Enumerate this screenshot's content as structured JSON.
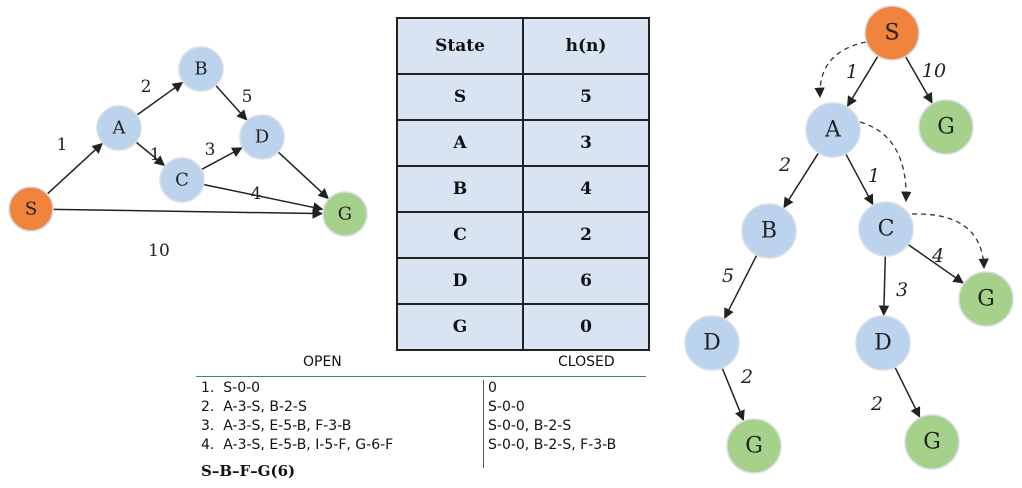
{
  "left_graph": {
    "nodes": [
      {
        "id": "S",
        "label": "S",
        "kind": "start"
      },
      {
        "id": "A",
        "label": "A",
        "kind": "normal"
      },
      {
        "id": "B",
        "label": "B",
        "kind": "normal"
      },
      {
        "id": "C",
        "label": "C",
        "kind": "normal"
      },
      {
        "id": "D",
        "label": "D",
        "kind": "normal"
      },
      {
        "id": "G",
        "label": "G",
        "kind": "goal"
      }
    ],
    "edges": [
      {
        "from": "S",
        "to": "A",
        "label": "1"
      },
      {
        "from": "A",
        "to": "B",
        "label": "2"
      },
      {
        "from": "A",
        "to": "C",
        "label": "1"
      },
      {
        "from": "B",
        "to": "D",
        "label": "5"
      },
      {
        "from": "C",
        "to": "D",
        "label": "3"
      },
      {
        "from": "C",
        "to": "G",
        "label": "4"
      },
      {
        "from": "D",
        "to": "G",
        "label": ""
      },
      {
        "from": "S",
        "to": "G",
        "label": "10"
      }
    ]
  },
  "heuristic_table": {
    "headers": [
      "State",
      "h(n)"
    ],
    "rows": [
      [
        "S",
        "5"
      ],
      [
        "A",
        "3"
      ],
      [
        "B",
        "4"
      ],
      [
        "C",
        "2"
      ],
      [
        "D",
        "6"
      ],
      [
        "G",
        "0"
      ]
    ]
  },
  "trace": {
    "open_header": "OPEN",
    "closed_header": "CLOSED",
    "rows": [
      {
        "num": "1.",
        "open": "S-0-0",
        "closed": "0"
      },
      {
        "num": "2.",
        "open": "A-3-S, B-2-S",
        "closed": "S-0-0"
      },
      {
        "num": "3.",
        "open": "A-3-S, E-5-B, F-3-B",
        "closed": "S-0-0, B-2-S"
      },
      {
        "num": "4.",
        "open": "A-3-S, E-5-B, I-5-F, G-6-F",
        "closed": "S-0-0, B-2-S, F-3-B"
      }
    ],
    "result": "S–B–F–G(6)"
  },
  "search_tree": {
    "nodes": [
      {
        "id": "t-S",
        "label": "S",
        "kind": "start"
      },
      {
        "id": "t-A",
        "label": "A",
        "kind": "normal"
      },
      {
        "id": "t-G1",
        "label": "G",
        "kind": "goal"
      },
      {
        "id": "t-B",
        "label": "B",
        "kind": "normal"
      },
      {
        "id": "t-C",
        "label": "C",
        "kind": "normal"
      },
      {
        "id": "t-D1",
        "label": "D",
        "kind": "normal"
      },
      {
        "id": "t-G2",
        "label": "G",
        "kind": "goal"
      },
      {
        "id": "t-D2",
        "label": "D",
        "kind": "normal"
      },
      {
        "id": "t-G3",
        "label": "G",
        "kind": "goal"
      },
      {
        "id": "t-G4",
        "label": "G",
        "kind": "goal"
      }
    ],
    "edges": [
      {
        "from": "t-S",
        "to": "t-A",
        "label": "1"
      },
      {
        "from": "t-S",
        "to": "t-G1",
        "label": "10"
      },
      {
        "from": "t-A",
        "to": "t-B",
        "label": "2"
      },
      {
        "from": "t-A",
        "to": "t-C",
        "label": "1"
      },
      {
        "from": "t-C",
        "to": "t-G2",
        "label": "4"
      },
      {
        "from": "t-C",
        "to": "t-D2",
        "label": "3"
      },
      {
        "from": "t-B",
        "to": "t-D1",
        "label": "5"
      },
      {
        "from": "t-D1",
        "to": "t-G3",
        "label": "2"
      },
      {
        "from": "t-D2",
        "to": "t-G4",
        "label": "2"
      }
    ],
    "dashed_path": [
      [
        "t-S",
        "t-A"
      ],
      [
        "t-A",
        "t-C"
      ],
      [
        "t-C",
        "t-G2"
      ]
    ]
  },
  "colors": {
    "start": "#f0843c",
    "goal": "#a6d18a",
    "normal": "#bcd3ee",
    "table_bg": "#d9e4f3",
    "edge": "#222222"
  }
}
